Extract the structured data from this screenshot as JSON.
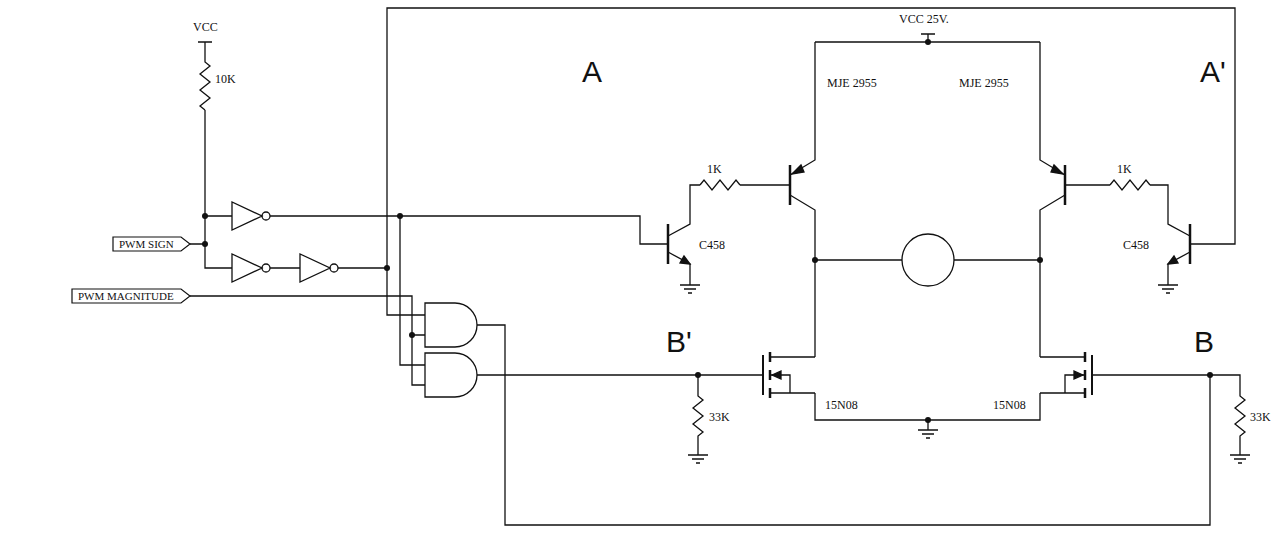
{
  "diagram": {
    "nodes": [
      {
        "text": [
          "PWM SIGN"
        ]
      },
      {
        "text": [
          "PWM MAGNITUDE"
        ]
      }
    ],
    "labels": [
      "VCC",
      "10K",
      "VCC 25V.",
      "A",
      "1K",
      "MJE 2955",
      "MJE 2955",
      "1K",
      "A'",
      "C458",
      "C458",
      "B'",
      "15N08",
      "15N08",
      "B",
      "33K",
      "33K"
    ]
  }
}
